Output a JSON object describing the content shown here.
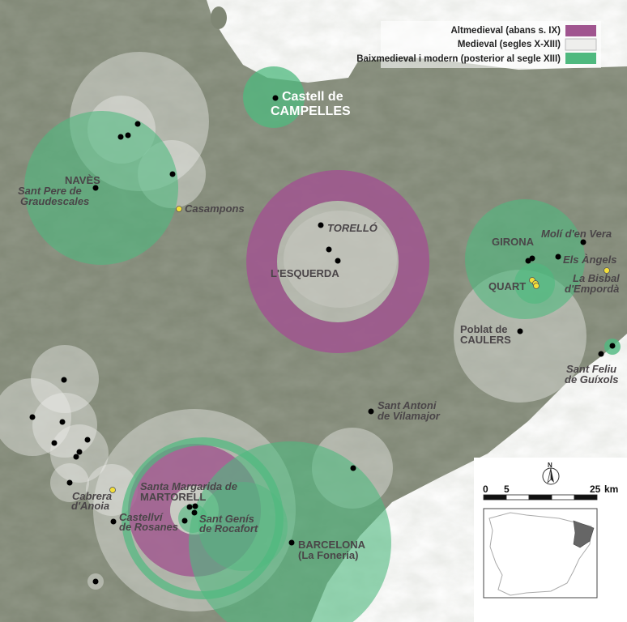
{
  "legend": [
    {
      "label": "Altmedieval (abans s. IX)",
      "color": "#a0558f"
    },
    {
      "label": "Medieval (segles X-XIII)",
      "color": "#eeeeec"
    },
    {
      "label": "Baixmedieval i modern (posterior al segle XIII)",
      "color": "#4fb97f"
    }
  ],
  "places": {
    "campelles_1": "Castell de",
    "campelles_2": "CAMPELLES",
    "naves": "NAVÈS",
    "sant_pere_1": "Sant Pere de",
    "sant_pere_2": "Graudescales",
    "casampons": "Casampons",
    "torello": "TORELLÓ",
    "esquerda": "L'ESQUERDA",
    "girona": "GIRONA",
    "moli": "Molí d'en Vera",
    "angels": "Els Àngels",
    "bisbal_1": "La Bisbal",
    "bisbal_2": "d'Empordà",
    "quart": "QUART",
    "caulers_1": "Poblat de",
    "caulers_2": "CAULERS",
    "feliu_1": "Sant Feliu",
    "feliu_2": "de Guíxols",
    "antoni_1": "Sant Antoni",
    "antoni_2": "de Vilamajor",
    "martorell_1": "Santa Margarida de",
    "martorell_2": "MARTORELL",
    "cabrera_1": "Cabrera",
    "cabrera_2": "d'Anoia",
    "castellvi_1": "Castellví",
    "castellvi_2": "de Rosanes",
    "genis_1": "Sant Genís",
    "genis_2": "de Rocafort",
    "barcelona_1": "BARCELONA",
    "barcelona_2": "(La Foneria)"
  },
  "scale": {
    "ticks": [
      "0",
      "5",
      "25"
    ],
    "unit": "km"
  },
  "north": "N"
}
